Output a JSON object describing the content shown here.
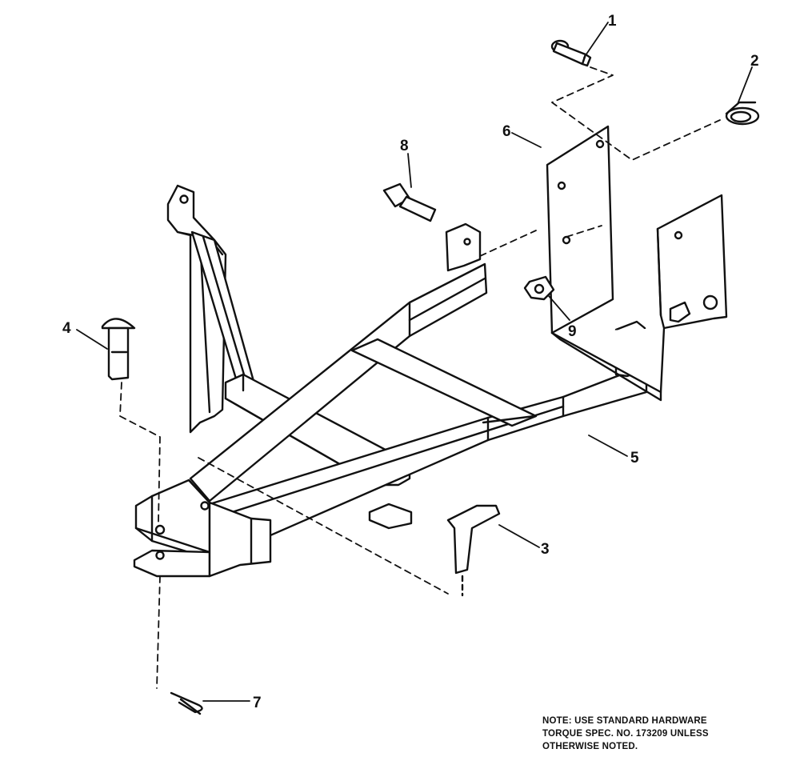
{
  "callouts": {
    "c1": "1",
    "c2": "2",
    "c3": "3",
    "c4": "4",
    "c5": "5",
    "c6": "6",
    "c7": "7",
    "c8": "8",
    "c9": "9"
  },
  "note": {
    "line1": "NOTE: USE STANDARD HARDWARE",
    "line2": "TORQUE SPEC. NO. 173209 UNLESS",
    "line3": "OTHERWISE NOTED."
  }
}
